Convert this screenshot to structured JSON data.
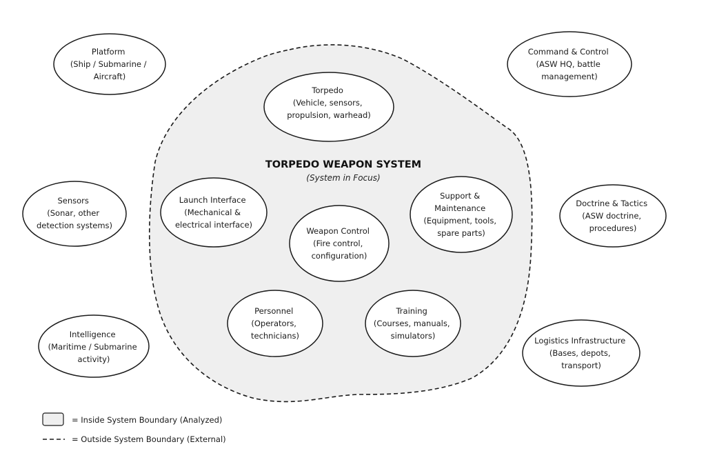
{
  "title": "TORPEDO WEAPON SYSTEM",
  "subtitle": "(System in Focus)",
  "internal_nodes": [
    {
      "id": "torpedo",
      "lines": [
        "Torpedo",
        "(Vehicle, sensors,",
        "propulsion, warhead)"
      ]
    },
    {
      "id": "launch-interface",
      "lines": [
        "Launch Interface",
        "(Mechanical &",
        "electrical interface)"
      ]
    },
    {
      "id": "weapon-control",
      "lines": [
        "Weapon Control",
        "(Fire control,",
        "configuration)"
      ]
    },
    {
      "id": "support-maintenance",
      "lines": [
        "Support &",
        "Maintenance",
        "(Equipment, tools,",
        "spare parts)"
      ]
    },
    {
      "id": "personnel",
      "lines": [
        "Personnel",
        "(Operators,",
        "technicians)"
      ]
    },
    {
      "id": "training",
      "lines": [
        "Training",
        "(Courses, manuals,",
        "simulators)"
      ]
    }
  ],
  "external_nodes": [
    {
      "id": "platform",
      "lines": [
        "Platform",
        "(Ship / Submarine /",
        "Aircraft)"
      ]
    },
    {
      "id": "command-control",
      "lines": [
        "Command & Control",
        "(ASW HQ, battle",
        "management)"
      ]
    },
    {
      "id": "sensors",
      "lines": [
        "Sensors",
        "(Sonar, other",
        "detection systems)"
      ]
    },
    {
      "id": "doctrine-tactics",
      "lines": [
        "Doctrine & Tactics",
        "(ASW doctrine,",
        "procedures)"
      ]
    },
    {
      "id": "intelligence",
      "lines": [
        "Intelligence",
        "(Maritime / Submarine",
        "activity)"
      ]
    },
    {
      "id": "logistics-infrastructure",
      "lines": [
        "Logistics Infrastructure",
        "(Bases, depots,",
        "transport)"
      ]
    }
  ],
  "legend": {
    "inside_label": "= Inside System Boundary (Analyzed)",
    "outside_label": "= Outside System Boundary (External)"
  },
  "colors": {
    "boundary_fill": "#efefef",
    "stroke": "#1a1a1a",
    "node_fill": "#ffffff"
  }
}
